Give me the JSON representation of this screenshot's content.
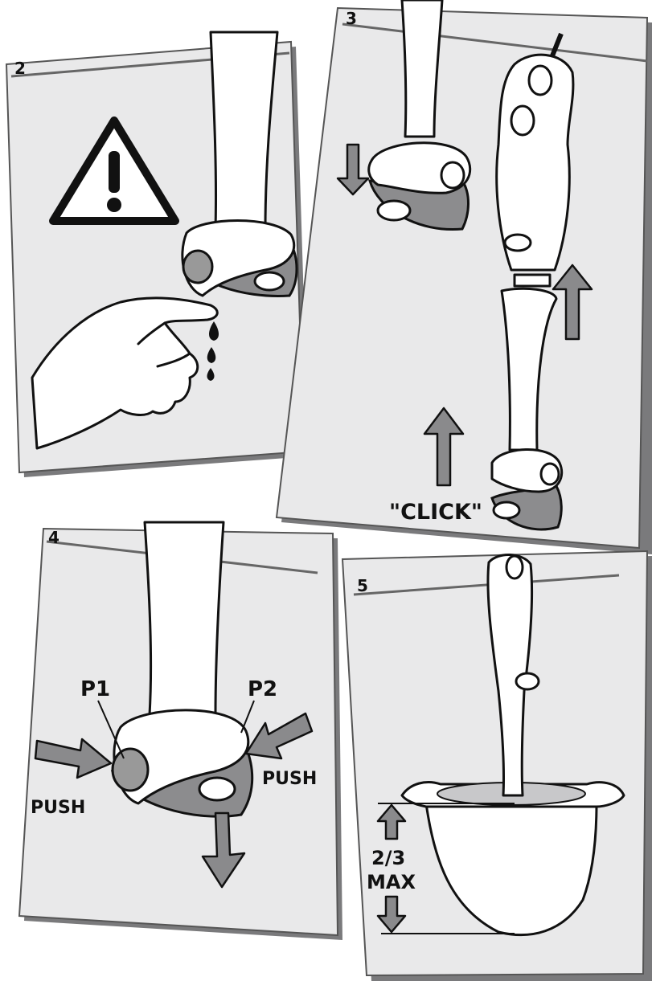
{
  "panels": [
    {
      "number": "2"
    },
    {
      "number": "3",
      "callout": "\"CLICK\""
    },
    {
      "number": "4",
      "label_p1": "P1",
      "label_p2": "P2",
      "label_push_left": "PUSH",
      "label_push_right": "PUSH"
    },
    {
      "number": "5",
      "label_fraction": "2/3",
      "label_max": "MAX"
    }
  ],
  "icons": {
    "warning": "warning-triangle-icon",
    "arrow": "arrow-icon"
  },
  "colors": {
    "panel_background": "#e9e9ea",
    "panel_shadow": "#7a7a7c",
    "accent_grey": "#8c8c8e",
    "ink": "#111111"
  }
}
